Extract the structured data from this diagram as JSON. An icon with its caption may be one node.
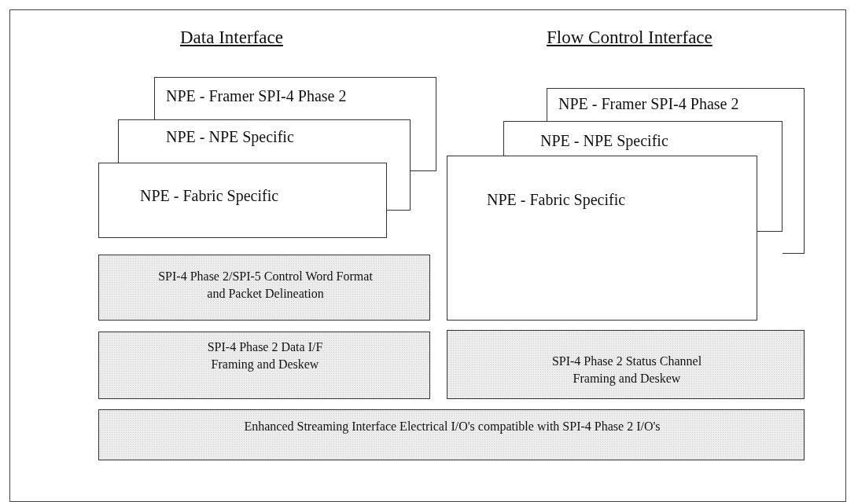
{
  "diagram": {
    "nodes": [
      {
        "text": [
          "NPE - Framer SPI-4 Phase 2"
        ]
      },
      {
        "text": [
          "NPE - NPE Specific"
        ]
      },
      {
        "text": [
          "NPE - Fabric Specific"
        ]
      },
      {
        "text": [
          "NPE - Framer SPI-4 Phase 2"
        ]
      },
      {
        "text": [
          "NPE - NPE Specific"
        ]
      },
      {
        "text": [
          "NPE - Fabric Specific"
        ]
      },
      {
        "text": [
          "SPI-4 Phase 2/SPI-5 Control Word Format and Packet Delineation"
        ]
      },
      {
        "text": [
          "SPI-4 Phase 2 Data I/F Framing and Deskew"
        ]
      },
      {
        "text": [
          "SPI-4 Phase 2 Status Channel Framing and Deskew"
        ]
      },
      {
        "text": [
          "Enhanced Streaming Interface Electrical I/O's compatible with SPI-4 Phase 2 I/O's"
        ]
      }
    ],
    "edges": [],
    "labels": [
      "Data Interface",
      "Flow Control Interface"
    ]
  }
}
